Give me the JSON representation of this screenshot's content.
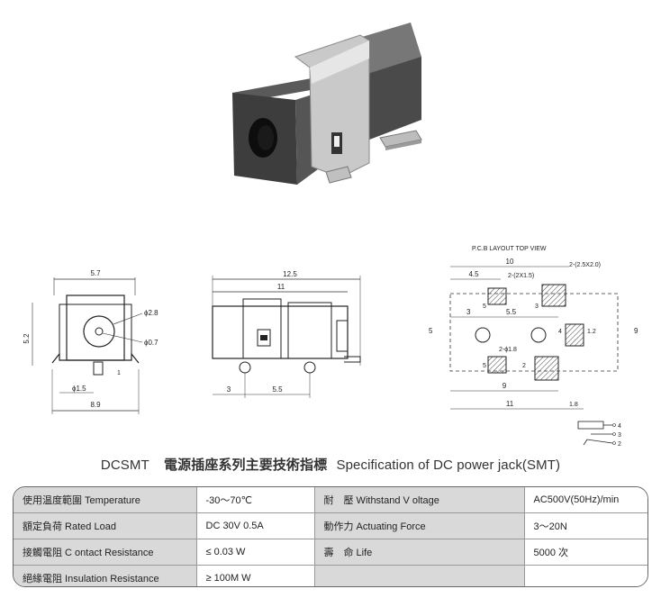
{
  "drawings": {
    "pcb_layout_title": "P.C.B LAYOUT    TOP VIEW",
    "front": {
      "dim_width_top": "5.7",
      "dim_height": "5.2",
      "dim_d1": "ϕ2.8",
      "dim_d2": "ϕ0.7",
      "dim_d3": "ϕ1.5",
      "dim_small": "1",
      "dim_width_bottom": "8.9"
    },
    "side": {
      "dim_total": "12.5",
      "dim_body": "11",
      "dim_3": "3",
      "dim_55": "5.5"
    },
    "pcb": {
      "dim_10": "10",
      "dim_45": "4.5",
      "pad_small": "2-(2X1.5)",
      "pad_large": "2-(2.5X2.0)",
      "dim_5": "5",
      "dim_3": "3",
      "dim_55": "5.5",
      "dim_12": "1.2",
      "dim_9_right": "9",
      "dim_9_bottom": "9",
      "dim_11": "11",
      "dim_18": "1.8",
      "hole": "2-ϕ1.8",
      "pin5": "5",
      "pin3": "3",
      "pin4": "4",
      "pin5b": "5",
      "pin2": "2"
    },
    "schematic": {
      "p4": "4",
      "p3": "3",
      "p2": "2"
    }
  },
  "spec": {
    "title_code": "DCSMT",
    "title_cn": "電源插座系列主要技術指標",
    "title_en": "Specification of DC power jack(SMT)",
    "rows": [
      {
        "l1": "使用温度範圍 Temperature",
        "v1": "-30～70℃",
        "l2": "耐　壓  Withstand V oltage",
        "v2": "AC500V(50Hz)/min"
      },
      {
        "l1": "額定負荷  Rated Load",
        "v1": "DC  30V  0.5A",
        "l2": "動作力  Actuating Force",
        "v2": "3～20N"
      },
      {
        "l1": "接觸電阻  C ontact Resistance",
        "v1": "≤ 0.03 W",
        "l2": "壽　命  Life",
        "v2": "5000 次"
      },
      {
        "l1": "絕緣電阻  Insulation Resistance",
        "v1": "≥ 100M W",
        "l2": "",
        "v2": ""
      }
    ]
  }
}
